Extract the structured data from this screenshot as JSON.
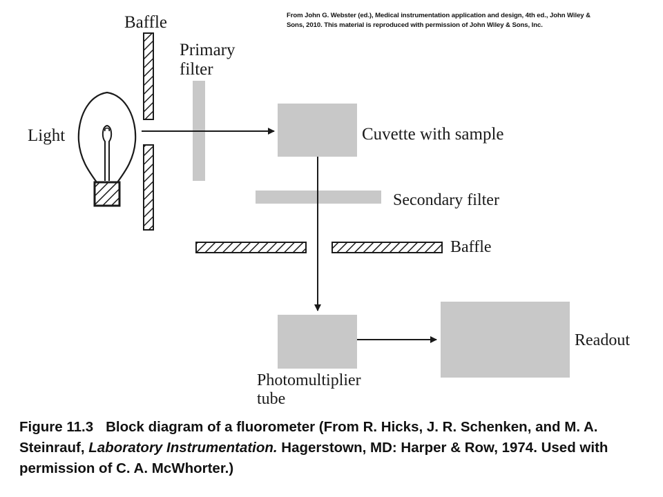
{
  "credit": {
    "line1": "From John G. Webster (ed.), Medical instrumentation application and design, 4th ed., John Wiley &",
    "line2": "Sons, 2010. This material is reproduced with permission of John Wiley & Sons, Inc."
  },
  "labels": {
    "baffle_top": "Baffle",
    "primary_filter_line1": "Primary",
    "primary_filter_line2": "filter",
    "light": "Light",
    "cuvette": "Cuvette with sample",
    "secondary_filter": "Secondary filter",
    "baffle_right": "Baffle",
    "pmt_line1": "Photomultiplier",
    "pmt_line2": "tube",
    "readout": "Readout"
  },
  "caption": {
    "number": "Figure 11.3",
    "part1": "Block diagram of a fluorometer (From R. Hicks, J. R. Schenken, and M. A. Steinrauf, ",
    "italic": "Laboratory Instrumentation.",
    "part2": " Hagerstown, MD: Harper & Row, 1974. Used with permission of C. A. McWhorter.)"
  },
  "colors": {
    "block_fill": "#c8c8c8",
    "line": "#1a1a1a"
  }
}
